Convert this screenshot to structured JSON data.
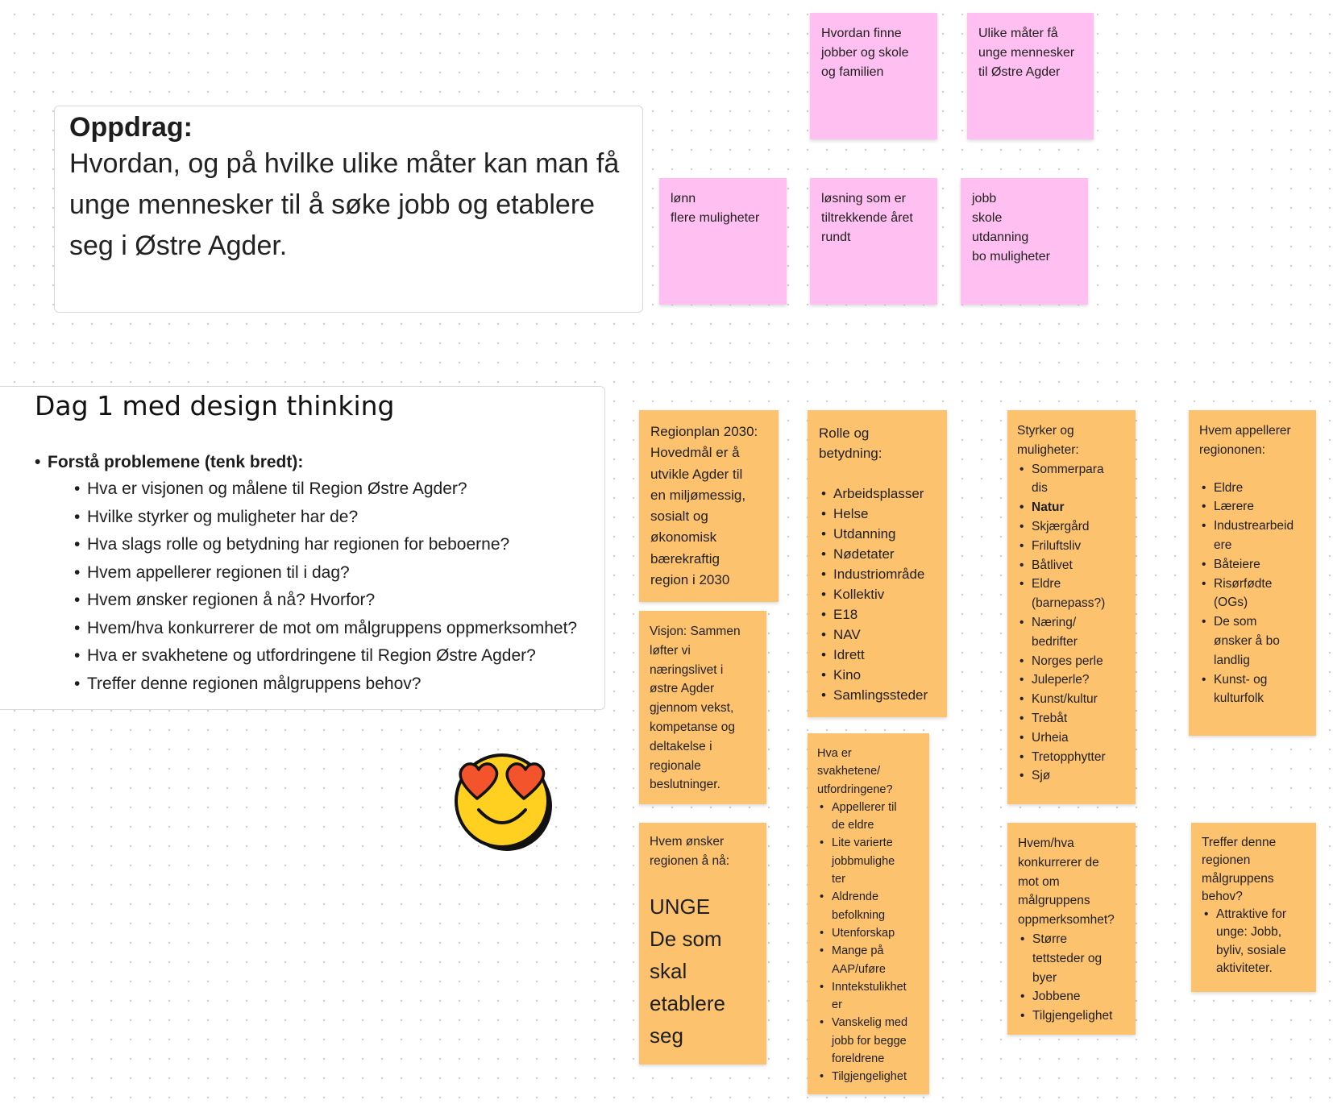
{
  "oppdrag": {
    "heading": "Oppdrag:",
    "body": "Hvordan, og på hvilke ulike måter kan man få unge mennesker til å søke jobb og etablere seg i Østre Agder."
  },
  "dag1": {
    "title": "Dag 1 med design thinking",
    "main_point": "Forstå problemene (tenk bredt):",
    "questions": [
      "Hva er visjonen og målene til Region Østre Agder?",
      "Hvilke styrker og muligheter har de?",
      "Hva slags rolle og betydning har regionen for beboerne?",
      "Hvem appellerer regionen til i dag?",
      "Hvem ønsker regionen å nå? Hvorfor?",
      "Hvem/hva konkurrerer de mot om målgruppens oppmerksomhet?",
      "Hva er svakhetene og utfordringene til Region Østre Agder?",
      "Treffer denne regionen målgruppens behov?"
    ]
  },
  "pink_notes": {
    "hvordan_finne": [
      "Hvordan finne",
      "jobber og skole",
      "og familien"
    ],
    "ulike_mater": [
      "Ulike måter få",
      "unge mennesker",
      "til Østre Agder"
    ],
    "lonn": [
      "lønn",
      "flere muligheter"
    ],
    "losning": [
      "løsning som er",
      "tiltrekkende året",
      "rundt"
    ],
    "jobb": [
      "jobb",
      "skole",
      "utdanning",
      "bo muligheter"
    ]
  },
  "orange_notes": {
    "regionplan": [
      "Regionplan 2030:",
      "Hovedmål er å",
      "utvikle Agder til",
      "en miljømessig,",
      "sosialt og",
      "økonomisk",
      "bærekraftig",
      "region i 2030"
    ],
    "visjon": [
      "Visjon: Sammen",
      "løfter vi",
      "næringslivet i",
      "østre Agder",
      "gjennom vekst,",
      "kompetanse og",
      "deltakelse i",
      "regionale",
      "beslutninger."
    ],
    "hvem_onsker": {
      "head": [
        "Hvem ønsker",
        "regionen å nå:"
      ],
      "big": [
        "UNGE",
        "De som",
        "skal",
        "etablere",
        "seg"
      ]
    },
    "rolle": {
      "head": [
        "Rolle og",
        "betydning:"
      ],
      "items": [
        "Arbeidsplasser",
        "Helse",
        "Utdanning",
        "Nødetater",
        "Industriområde",
        "Kollektiv",
        "E18",
        "NAV",
        "Idrett",
        "Kino",
        "Samlingssteder"
      ]
    },
    "svakheter": {
      "head": [
        "Hva er",
        "svakhetene/",
        "utfordringene?"
      ],
      "items": [
        [
          "Appellerer til",
          "de eldre"
        ],
        [
          "Lite varierte",
          "jobbmulighe",
          "ter"
        ],
        [
          "Aldrende",
          "befolkning"
        ],
        [
          "Utenforskap"
        ],
        [
          "Mange på",
          "AAP/uføre"
        ],
        [
          "Inntekstulikhet",
          "er"
        ],
        [
          "Vanskelig med",
          "jobb for begge",
          "foreldrene"
        ],
        [
          "Tilgjengelighet"
        ]
      ]
    },
    "styrker": {
      "head": [
        "Styrker og",
        "muligheter:"
      ],
      "items": [
        [
          "Sommerpara",
          "dis"
        ],
        [
          "Natur"
        ],
        [
          "Skjærgård"
        ],
        [
          "Friluftsliv"
        ],
        [
          "Båtlivet"
        ],
        [
          "Eldre",
          "(barnepass?)"
        ],
        [
          "Næring/",
          "bedrifter"
        ],
        [
          "Norges perle"
        ],
        [
          "Juleperle?"
        ],
        [
          "Kunst/kultur"
        ],
        [
          "Trebåt"
        ],
        [
          "Urheia"
        ],
        [
          "Tretopphytter"
        ],
        [
          "Sjø"
        ]
      ]
    },
    "konkurrerer": {
      "head": [
        "Hvem/hva",
        "konkurrerer de",
        "mot om",
        "målgruppens",
        "oppmerksomhet?"
      ],
      "items": [
        [
          "Større",
          "tettsteder og",
          "byer"
        ],
        [
          "Jobbene"
        ],
        [
          "Tilgjengelighet"
        ]
      ]
    },
    "appellerer": {
      "head": [
        "Hvem appellerer",
        "regiononen:"
      ],
      "items": [
        [
          "Eldre"
        ],
        [
          "Lærere"
        ],
        [
          "Industrearbeid",
          "ere"
        ],
        [
          "Båteiere"
        ],
        [
          "Risørfødte",
          "(OGs)"
        ],
        [
          "De som",
          "ønsker å bo",
          "landlig"
        ],
        [
          "Kunst- og",
          "kulturfolk"
        ]
      ]
    },
    "treffer": {
      "head": [
        "Treffer denne",
        "regionen",
        "målgruppens",
        "behov?"
      ],
      "items": [
        [
          "Attraktive for",
          "unge: Jobb,",
          "byliv, sosiale",
          "aktiviteter."
        ]
      ]
    }
  },
  "colors": {
    "pink_note": "#ffbff0",
    "orange_note": "#fdc26e",
    "emoji_face": "#ffd020",
    "emoji_heart": "#f4542c"
  },
  "icons": {
    "emoji": "heart-eyes-smiley-icon"
  }
}
